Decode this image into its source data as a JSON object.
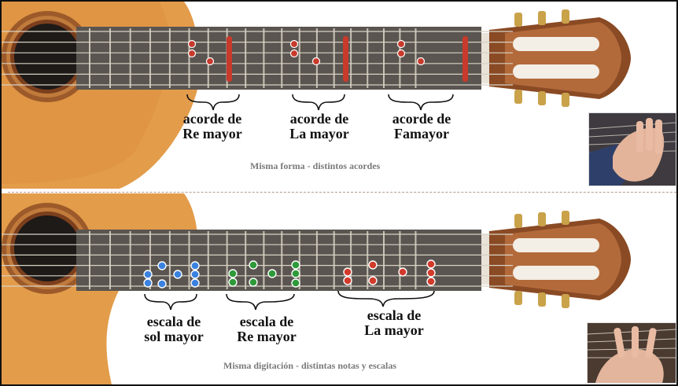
{
  "top": {
    "labels": [
      {
        "line1": "acorde de",
        "line2": "Re mayor"
      },
      {
        "line1": "acorde de",
        "line2": "La mayor"
      },
      {
        "line1": "acorde de",
        "line2": "Famayor"
      }
    ],
    "caption": "Misma forma - distintos acordes"
  },
  "bottom": {
    "labels": [
      {
        "line1": "escala de",
        "line2": "sol mayor"
      },
      {
        "line1": "escala de",
        "line2": "Re mayor"
      },
      {
        "line1": "escala de",
        "line2": "La mayor"
      }
    ],
    "caption": "Misma digitación - distintas notas y escalas"
  },
  "colors": {
    "chord_dots": "#c83a2c",
    "scale_sol": "#3b82e0",
    "scale_re": "#2e9a3a",
    "scale_la": "#d23b2c",
    "guitar_body": "#e29a45",
    "fretboard": "#54504c"
  }
}
